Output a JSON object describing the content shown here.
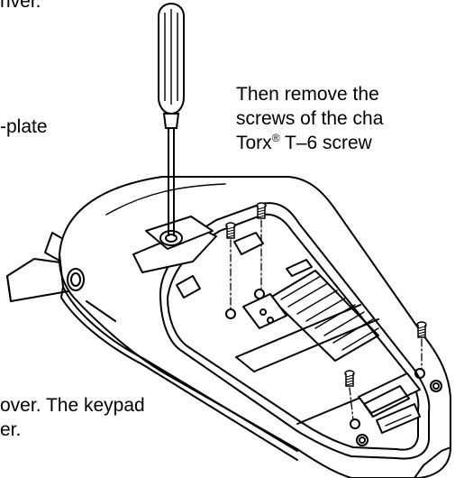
{
  "text": {
    "top_fragment": "river.",
    "left_fragment": "-plate",
    "right_line1": "Then remove the",
    "right_line2": "screws of the cha",
    "right_line3_pre": "Torx",
    "right_line3_reg": "®",
    "right_line3_post": " T–6 screw",
    "bottom_line1": "over. The keypad",
    "bottom_line2": "er."
  },
  "icons": {
    "screwdriver": "screwdriver-icon",
    "screw": "torx-screw-icon"
  }
}
